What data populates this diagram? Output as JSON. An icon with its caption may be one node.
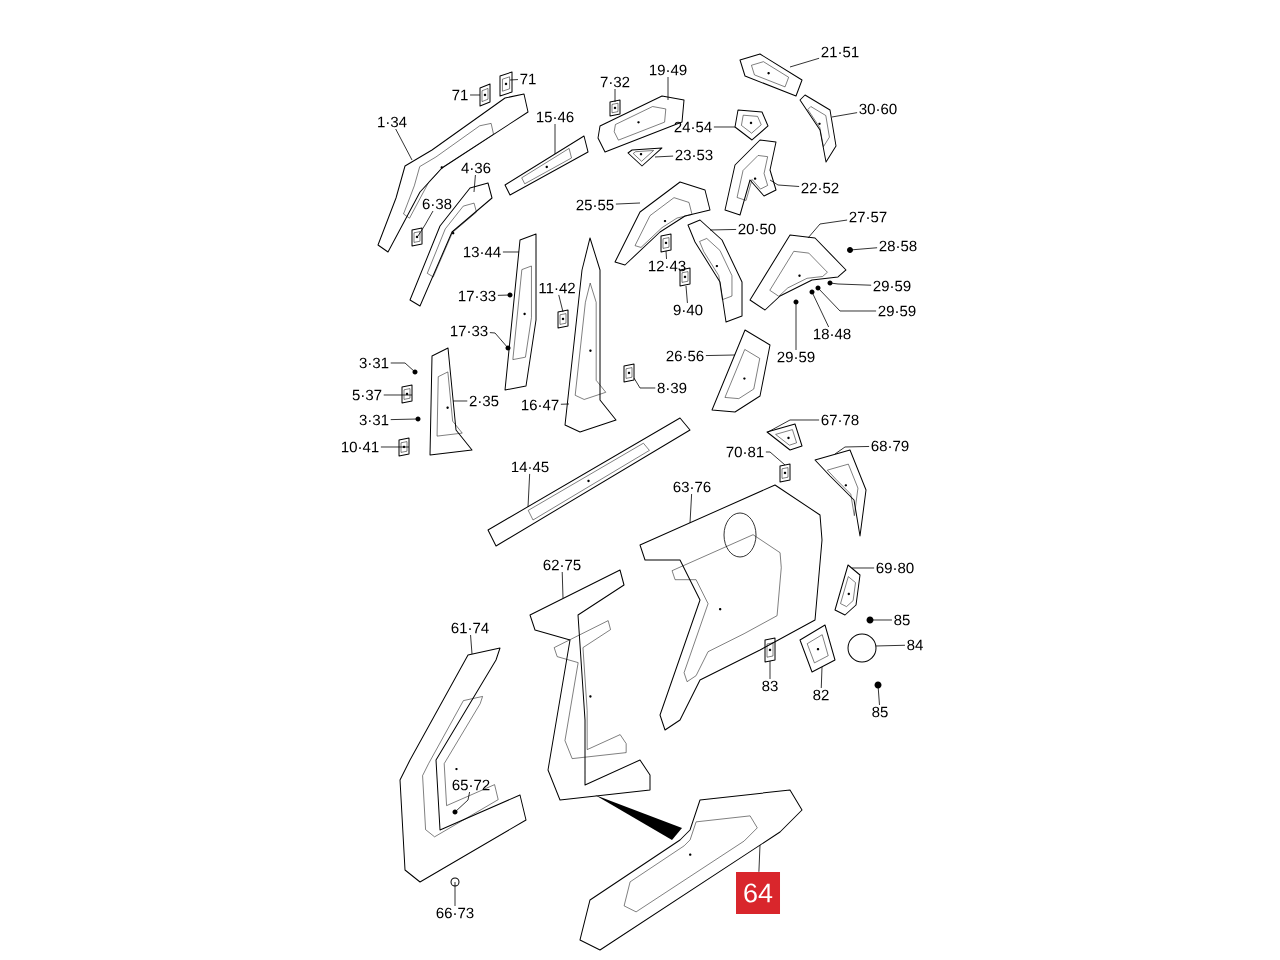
{
  "diagram": {
    "nodes": [
      {
        "text": [
          "71"
        ]
      },
      {
        "text": [
          "71"
        ]
      },
      {
        "text": [
          "1·34"
        ]
      },
      {
        "text": [
          "15·46"
        ]
      },
      {
        "text": [
          "7·32"
        ]
      },
      {
        "text": [
          "19·49"
        ]
      },
      {
        "text": [
          "21·51"
        ]
      },
      {
        "text": [
          "24·54"
        ]
      },
      {
        "text": [
          "30·60"
        ]
      },
      {
        "text": [
          "23·53"
        ]
      },
      {
        "text": [
          "4·36"
        ]
      },
      {
        "text": [
          "6·38"
        ]
      },
      {
        "text": [
          "25·55"
        ]
      },
      {
        "text": [
          "22·52"
        ]
      },
      {
        "text": [
          "13·44"
        ]
      },
      {
        "text": [
          "20·50"
        ]
      },
      {
        "text": [
          "27·57"
        ]
      },
      {
        "text": [
          "12·43"
        ]
      },
      {
        "text": [
          "28·58"
        ]
      },
      {
        "text": [
          "11·42"
        ]
      },
      {
        "text": [
          "17·33"
        ]
      },
      {
        "text": [
          "29·59"
        ]
      },
      {
        "text": [
          "9·40"
        ]
      },
      {
        "text": [
          "29·59"
        ]
      },
      {
        "text": [
          "18·48"
        ]
      },
      {
        "text": [
          "17·33"
        ]
      },
      {
        "text": [
          "29·59"
        ]
      },
      {
        "text": [
          "3·31"
        ]
      },
      {
        "text": [
          "26·56"
        ]
      },
      {
        "text": [
          "5·37"
        ]
      },
      {
        "text": [
          "2·35"
        ]
      },
      {
        "text": [
          "3·31"
        ]
      },
      {
        "text": [
          "16·47"
        ]
      },
      {
        "text": [
          "8·39"
        ]
      },
      {
        "text": [
          "10·41"
        ]
      },
      {
        "text": [
          "67·78"
        ]
      },
      {
        "text": [
          "68·79"
        ]
      },
      {
        "text": [
          "70·81"
        ]
      },
      {
        "text": [
          "14·45"
        ]
      },
      {
        "text": [
          "63·76"
        ]
      },
      {
        "text": [
          "62·75"
        ]
      },
      {
        "text": [
          "69·80"
        ]
      },
      {
        "text": [
          "85"
        ]
      },
      {
        "text": [
          "84"
        ]
      },
      {
        "text": [
          "83"
        ]
      },
      {
        "text": [
          "82"
        ]
      },
      {
        "text": [
          "85"
        ]
      },
      {
        "text": [
          "61·74"
        ]
      },
      {
        "text": [
          "65·72"
        ]
      },
      {
        "text": [
          "66·73"
        ]
      },
      {
        "text": [
          "64"
        ]
      },
      {
        "text": [],
        "shape": "picture"
      },
      {
        "text": [],
        "shape": "picture"
      },
      {
        "text": [],
        "shape": "picture"
      },
      {
        "text": [],
        "shape": "picture"
      },
      {
        "text": [],
        "shape": "picture"
      },
      {
        "text": [],
        "shape": "picture"
      },
      {
        "text": [],
        "shape": "picture"
      },
      {
        "text": [],
        "shape": "picture"
      },
      {
        "text": [],
        "shape": "picture"
      },
      {
        "text": [],
        "shape": "picture"
      },
      {
        "text": [],
        "shape": "picture"
      },
      {
        "text": [],
        "shape": "picture"
      },
      {
        "text": [],
        "shape": "picture"
      },
      {
        "text": [],
        "shape": "picture"
      },
      {
        "text": [],
        "shape": "picture"
      },
      {
        "text": [],
        "shape": "picture"
      },
      {
        "text": [],
        "shape": "picture"
      },
      {
        "text": [],
        "shape": "picture"
      },
      {
        "text": [],
        "shape": "picture"
      },
      {
        "text": [],
        "shape": "picture"
      },
      {
        "text": [],
        "shape": "picture"
      },
      {
        "text": [],
        "shape": "picture"
      },
      {
        "text": [],
        "shape": "picture"
      },
      {
        "text": [],
        "shape": "picture"
      },
      {
        "text": [],
        "shape": "picture"
      },
      {
        "text": [],
        "shape": "picture"
      },
      {
        "text": [],
        "shape": "picture"
      },
      {
        "text": [],
        "shape": "picture"
      },
      {
        "text": [],
        "shape": "picture"
      },
      {
        "text": [],
        "shape": "picture"
      },
      {
        "text": [],
        "shape": "picture"
      },
      {
        "text": [],
        "shape": "picture"
      },
      {
        "text": [],
        "shape": "picture"
      },
      {
        "text": [],
        "shape": "picture"
      },
      {
        "text": [],
        "shape": "picture"
      },
      {
        "text": [],
        "shape": "picture"
      },
      {
        "text": [],
        "shape": "picture"
      },
      {
        "text": [],
        "shape": "circle"
      },
      {
        "text": [],
        "shape": "circle"
      },
      {
        "text": [],
        "shape": "circle"
      },
      {
        "text": [],
        "shape": "circle"
      },
      {
        "text": [],
        "shape": "circle"
      },
      {
        "text": [],
        "shape": "circle"
      },
      {
        "text": [],
        "shape": "circle"
      },
      {
        "text": [],
        "shape": "circle"
      },
      {
        "text": [],
        "shape": "circle"
      },
      {
        "text": [],
        "shape": "circle"
      },
      {
        "text": [],
        "shape": "circle"
      },
      {
        "text": [],
        "shape": "circle"
      },
      {
        "text": [],
        "shape": "circle"
      },
      {
        "text": [],
        "shape": "circle"
      }
    ],
    "edges": [
      {
        "from": 0,
        "to": 51,
        "arrow": "none"
      },
      {
        "from": 1,
        "to": 52,
        "arrow": "none"
      },
      {
        "from": 2,
        "to": 53,
        "arrow": "none"
      },
      {
        "from": 3,
        "to": 54,
        "arrow": "none"
      },
      {
        "from": 4,
        "to": 57,
        "arrow": "none"
      },
      {
        "from": 5,
        "to": 58,
        "arrow": "none"
      },
      {
        "from": 6,
        "to": 64,
        "arrow": "none"
      },
      {
        "from": 7,
        "to": 87,
        "arrow": "none"
      },
      {
        "from": 8,
        "to": 65,
        "arrow": "none"
      },
      {
        "from": 9,
        "to": 59,
        "arrow": "none"
      },
      {
        "from": 10,
        "to": 55,
        "arrow": "none"
      },
      {
        "from": 11,
        "to": 56,
        "arrow": "none"
      },
      {
        "from": 12,
        "to": 60,
        "arrow": "none"
      },
      {
        "from": 13,
        "to": 63,
        "arrow": "none"
      },
      {
        "from": 14,
        "to": 68,
        "arrow": "none"
      },
      {
        "from": 15,
        "to": 66,
        "arrow": "none"
      },
      {
        "from": 16,
        "to": 67,
        "arrow": "none"
      },
      {
        "from": 17,
        "to": 61,
        "arrow": "none"
      },
      {
        "from": 18,
        "to": 97,
        "arrow": "none"
      },
      {
        "from": 19,
        "to": 69,
        "arrow": "none"
      },
      {
        "from": 20,
        "to": 93,
        "arrow": "none"
      },
      {
        "from": 21,
        "to": 89,
        "arrow": "none"
      },
      {
        "from": 22,
        "to": 62,
        "arrow": "none"
      },
      {
        "from": 23,
        "to": 90,
        "arrow": "none"
      },
      {
        "from": 24,
        "to": 91,
        "arrow": "none"
      },
      {
        "from": 25,
        "to": 94,
        "arrow": "none"
      },
      {
        "from": 26,
        "to": 92,
        "arrow": "none"
      },
      {
        "from": 27,
        "to": 95,
        "arrow": "none"
      },
      {
        "from": 28,
        "to": 75,
        "arrow": "none"
      },
      {
        "from": 29,
        "to": 73,
        "arrow": "none"
      },
      {
        "from": 30,
        "to": 72,
        "arrow": "none"
      },
      {
        "from": 31,
        "to": 96,
        "arrow": "none"
      },
      {
        "from": 32,
        "to": 70,
        "arrow": "none"
      },
      {
        "from": 33,
        "to": 71,
        "arrow": "none"
      },
      {
        "from": 34,
        "to": 74,
        "arrow": "none"
      },
      {
        "from": 35,
        "to": 77,
        "arrow": "none"
      },
      {
        "from": 36,
        "to": 79,
        "arrow": "none"
      },
      {
        "from": 37,
        "to": 78,
        "arrow": "none"
      },
      {
        "from": 38,
        "to": 76,
        "arrow": "none"
      },
      {
        "from": 39,
        "to": 81,
        "arrow": "none"
      },
      {
        "from": 40,
        "to": 84,
        "arrow": "none"
      },
      {
        "from": 41,
        "to": 80,
        "arrow": "none"
      },
      {
        "from": 42,
        "to": 98,
        "arrow": "none"
      },
      {
        "from": 43,
        "to": 88,
        "arrow": "none"
      },
      {
        "from": 44,
        "to": 83,
        "arrow": "none"
      },
      {
        "from": 45,
        "to": 82,
        "arrow": "none"
      },
      {
        "from": 46,
        "to": 99,
        "arrow": "none"
      },
      {
        "from": 47,
        "to": 85,
        "arrow": "none"
      },
      {
        "from": 48,
        "to": 100,
        "arrow": "none"
      },
      {
        "from": 49,
        "to": 101,
        "arrow": "none"
      },
      {
        "from": 50,
        "to": 86,
        "arrow": "none"
      }
    ]
  }
}
